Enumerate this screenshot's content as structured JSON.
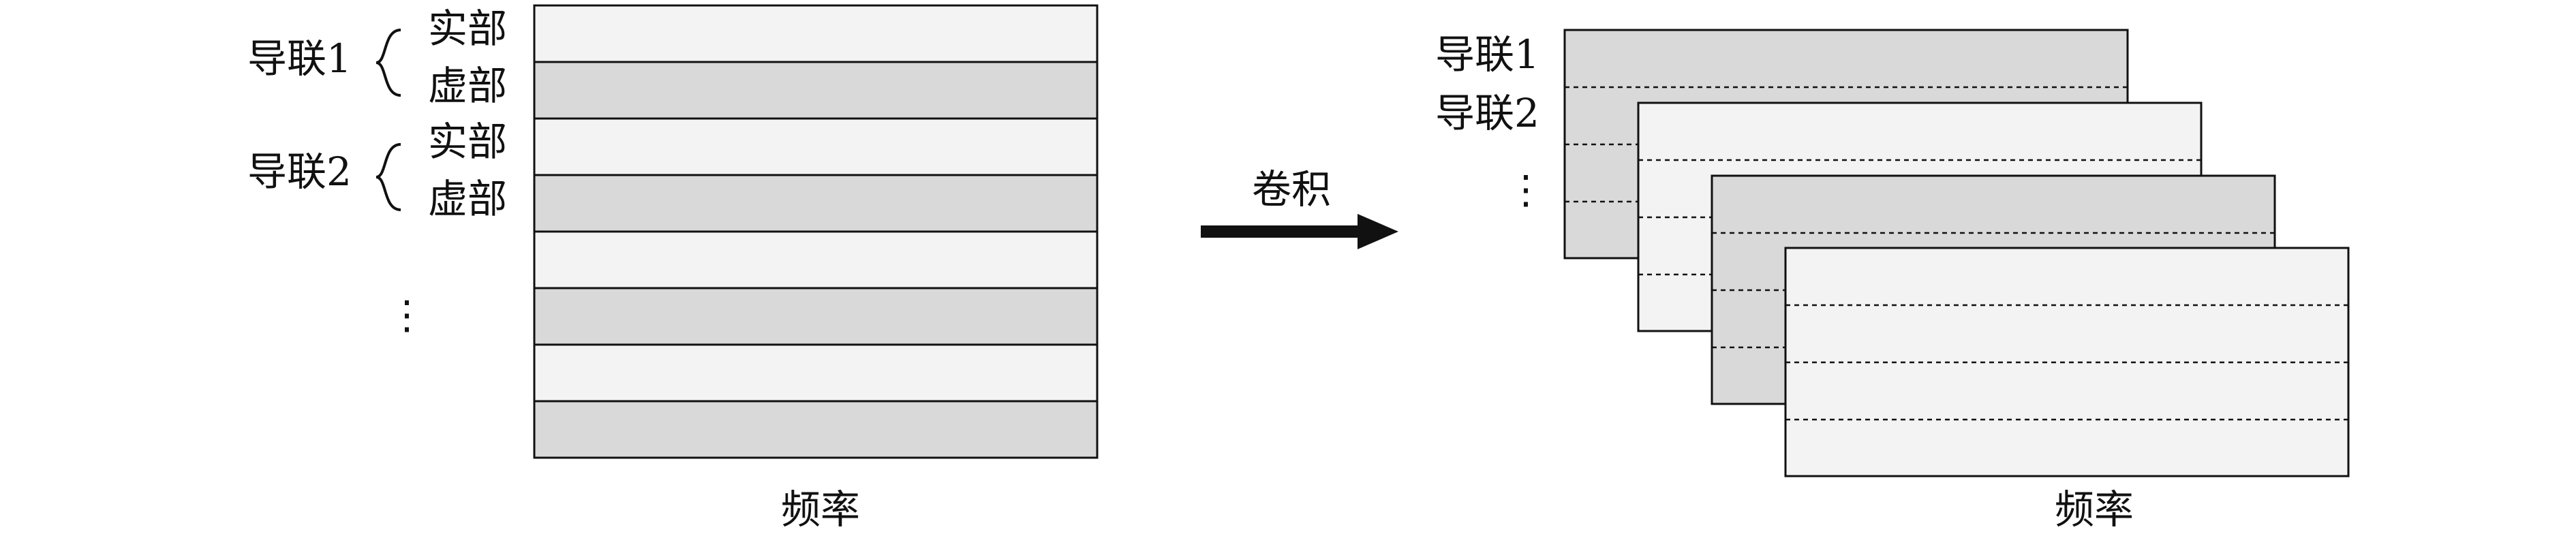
{
  "left_panel": {
    "lead1_label": "导联1",
    "lead2_label": "导联2",
    "real_label": "实部",
    "imag_label": "虚部",
    "ellipsis": "⋮",
    "x_label": "频率"
  },
  "arrow": {
    "label": "卷积"
  },
  "right_panel": {
    "lead1_label": "导联1",
    "lead2_label": "导联2",
    "ellipsis": "⋮",
    "x_label": "频率"
  },
  "colors": {
    "band_light": "#f3f3f3",
    "band_dark": "#d9d9d9",
    "stroke": "#111111"
  }
}
